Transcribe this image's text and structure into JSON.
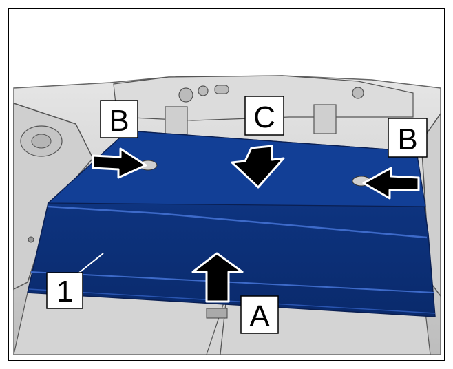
{
  "figure": {
    "labels": {
      "part_1": "1",
      "arrow_a": "A",
      "arrow_b_left": "B",
      "arrow_b_right": "B",
      "arrow_c": "C"
    },
    "colors": {
      "panel": "#0c2f7a",
      "panel_highlight": "#1f4fb0",
      "body_trim": "#d7d7d7",
      "outline": "#000000"
    }
  }
}
